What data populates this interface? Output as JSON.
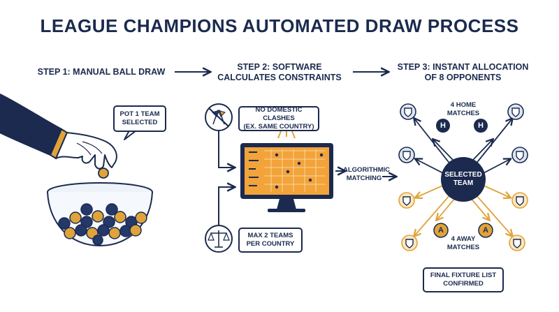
{
  "title": "LEAGUE CHAMPIONS AUTOMATED DRAW PROCESS",
  "steps": {
    "step1": "STEP 1: MANUAL BALL DRAW",
    "step2_line1": "STEP 2: SOFTWARE",
    "step2_line2": "CALCULATES CONSTRAINTS",
    "step3_line1": "STEP 3: INSTANT ALLOCATION",
    "step3_line2": "OF 8 OPPONENTS"
  },
  "step1_panel": {
    "callout_line1": "POT 1 TEAM",
    "callout_line2": "SELECTED"
  },
  "step2_panel": {
    "rule1_line1": "NO DOMESTIC CLASHES",
    "rule1_line2": "(EX. SAME COUNTRY)",
    "rule2_line1": "MAX 2 TEAMS",
    "rule2_line2": "PER COUNTRY",
    "matching_line1": "ALGORITHMIC",
    "matching_line2": "MATCHING"
  },
  "step3_panel": {
    "center_line1": "SELECTED",
    "center_line2": "TEAM",
    "home_line1": "4 HOME",
    "home_line2": "MATCHES",
    "away_line1": "4 AWAY",
    "away_line2": "MATCHES",
    "home_badge": "H",
    "away_badge": "A",
    "final_line1": "FINAL FIXTURE LIST",
    "final_line2": "CONFIRMED"
  },
  "colors": {
    "navy": "#1b2a4e",
    "gold": "#e0a33a",
    "gold_light": "#f2c46a",
    "blue_ball": "#24386a",
    "screen": "#f2a33a"
  },
  "icons": [
    "hand-icon",
    "bowl-icon",
    "no-flags-icon",
    "scales-icon",
    "monitor-icon",
    "shield-icon"
  ]
}
